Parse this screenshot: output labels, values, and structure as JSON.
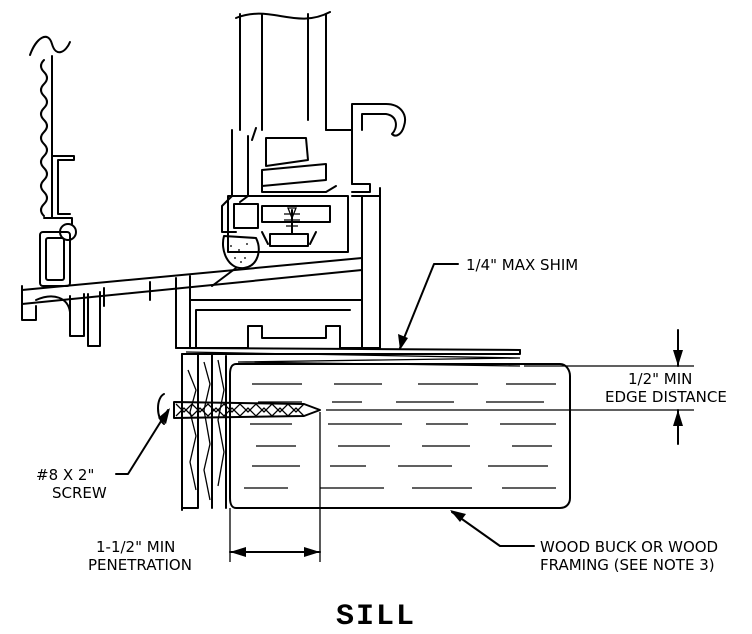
{
  "title": "SILL",
  "labels": {
    "shim": "1/4\" MAX SHIM",
    "edge_1": "1/2\" MIN",
    "edge_2": "EDGE DISTANCE",
    "screw_1": "#8 X 2\"",
    "screw_2": "SCREW",
    "penetration_1": "1-1/2\" MIN",
    "penetration_2": "PENETRATION",
    "wood_1": "WOOD BUCK OR WOOD",
    "wood_2": "FRAMING (SEE NOTE 3)"
  },
  "colors": {
    "line": "#000000",
    "background": "#ffffff"
  }
}
